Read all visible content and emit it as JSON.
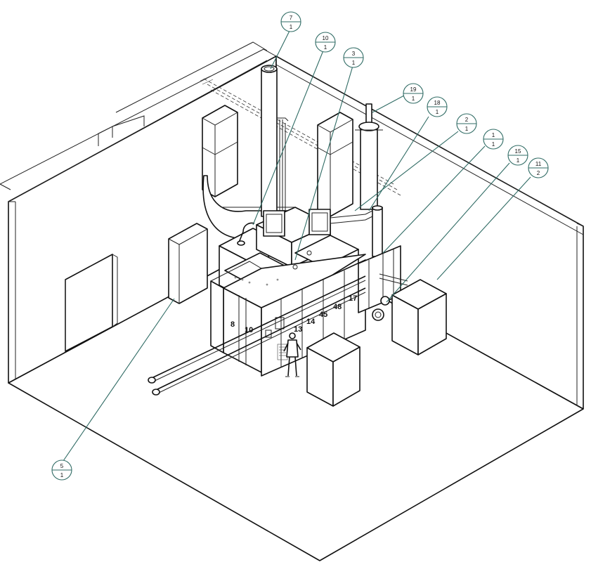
{
  "callouts": [
    {
      "id": "c7",
      "num": "7",
      "sheet": "1"
    },
    {
      "id": "c10",
      "num": "10",
      "sheet": "1"
    },
    {
      "id": "c3",
      "num": "3",
      "sheet": "1"
    },
    {
      "id": "c19",
      "num": "19",
      "sheet": "1"
    },
    {
      "id": "c18",
      "num": "18",
      "sheet": "1"
    },
    {
      "id": "c2",
      "num": "2",
      "sheet": "1"
    },
    {
      "id": "c1",
      "num": "1",
      "sheet": "1"
    },
    {
      "id": "c15",
      "num": "15",
      "sheet": "1"
    },
    {
      "id": "c11",
      "num": "11",
      "sheet": "2"
    },
    {
      "id": "c5",
      "num": "5",
      "sheet": "1"
    }
  ],
  "module_marks": {
    "m8": "8",
    "m10": "10",
    "m13": "13",
    "m14": "14",
    "m45": "45",
    "m48": "48",
    "m17": "17"
  },
  "colors": {
    "line": "#111111",
    "leader": "#2f6b64",
    "background": "#ffffff"
  }
}
